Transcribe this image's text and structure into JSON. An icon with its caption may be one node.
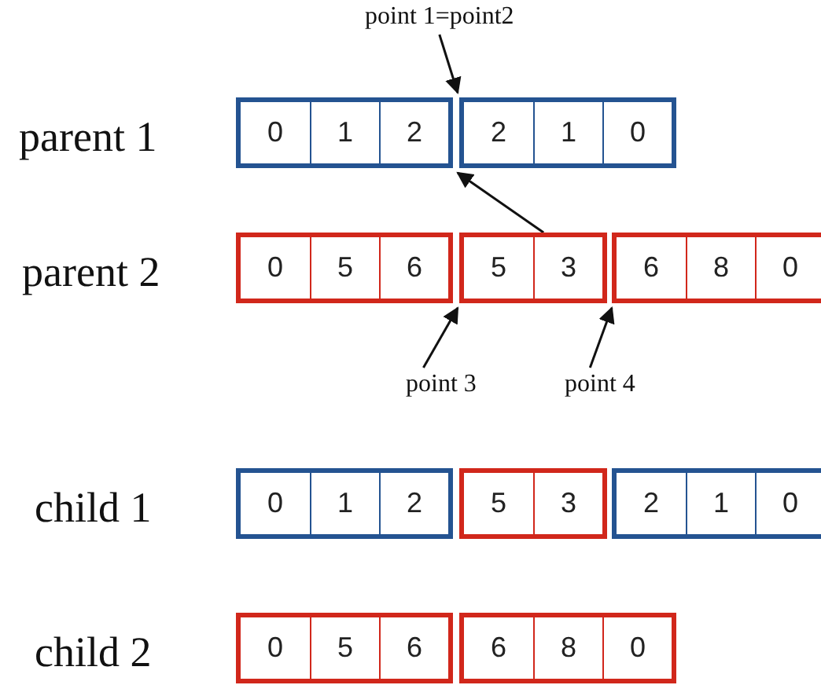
{
  "diagram": {
    "nodes": [
      {
        "text": [],
        "shape": "box"
      },
      {
        "text": [
          "0"
        ],
        "in": 0
      },
      {
        "text": [
          "1"
        ],
        "in": 0
      },
      {
        "text": [
          "2"
        ],
        "in": 0
      },
      {
        "text": [],
        "shape": "box"
      },
      {
        "text": [
          "2"
        ],
        "in": 4
      },
      {
        "text": [
          "1"
        ],
        "in": 4
      },
      {
        "text": [
          "0"
        ],
        "in": 4
      },
      {
        "text": [],
        "shape": "box"
      },
      {
        "text": [
          "0"
        ],
        "in": 8
      },
      {
        "text": [
          "5"
        ],
        "in": 8
      },
      {
        "text": [
          "6"
        ],
        "in": 8
      },
      {
        "text": [],
        "shape": "box"
      },
      {
        "text": [
          "5"
        ],
        "in": 12
      },
      {
        "text": [
          "3"
        ],
        "in": 12
      },
      {
        "text": [],
        "shape": "box"
      },
      {
        "text": [
          "6"
        ],
        "in": 15
      },
      {
        "text": [
          "8"
        ],
        "in": 15
      },
      {
        "text": [
          "0"
        ],
        "in": 15
      },
      {
        "text": [],
        "shape": "box"
      },
      {
        "text": [
          "0"
        ],
        "in": 19
      },
      {
        "text": [
          "1"
        ],
        "in": 19
      },
      {
        "text": [
          "2"
        ],
        "in": 19
      },
      {
        "text": [],
        "shape": "box"
      },
      {
        "text": [
          "5"
        ],
        "in": 23
      },
      {
        "text": [
          "3"
        ],
        "in": 23
      },
      {
        "text": [],
        "shape": "box"
      },
      {
        "text": [
          "2"
        ],
        "in": 26
      },
      {
        "text": [
          "1"
        ],
        "in": 26
      },
      {
        "text": [
          "0"
        ],
        "in": 26
      },
      {
        "text": [],
        "shape": "box"
      },
      {
        "text": [
          "0"
        ],
        "in": 30
      },
      {
        "text": [
          "5"
        ],
        "in": 30
      },
      {
        "text": [
          "6"
        ],
        "in": 30
      },
      {
        "text": [],
        "shape": "box"
      },
      {
        "text": [
          "6"
        ],
        "in": 34
      },
      {
        "text": [
          "8"
        ],
        "in": 34
      },
      {
        "text": [
          "0"
        ],
        "in": 34
      },
      {
        "text": [
          "point 1=point2"
        ]
      },
      {
        "text": [
          "point 3"
        ]
      },
      {
        "text": [
          "point 4"
        ]
      }
    ],
    "edges": [
      {
        "from": 38,
        "to": 0,
        "arrow": "to"
      },
      {
        "from": 12,
        "to": 0,
        "arrow": "to"
      },
      {
        "from": 39,
        "to": 8,
        "arrow": "to"
      },
      {
        "from": 40,
        "to": 12,
        "arrow": "to"
      }
    ],
    "labels": [
      "parent 1",
      "parent 2",
      "child 1",
      "child 2"
    ]
  }
}
